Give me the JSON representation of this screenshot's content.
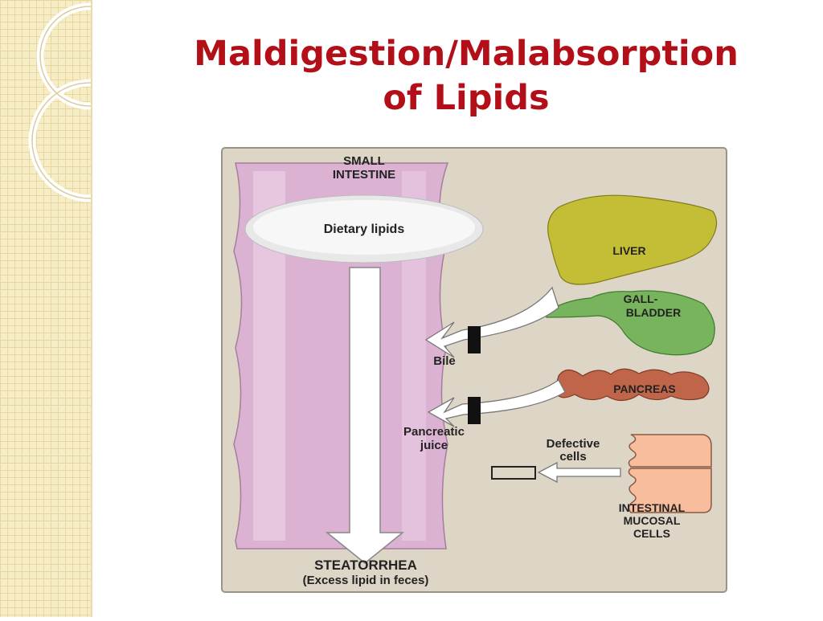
{
  "slide": {
    "title_line1": "Maldigestion/Malabsorption",
    "title_line2": "of Lipids"
  },
  "figure": {
    "small_intestine_line1": "SMALL",
    "small_intestine_line2": "INTESTINE",
    "dietary_lipids": "Dietary lipids",
    "liver": "LIVER",
    "gallbladder_line1": "GALL-",
    "gallbladder_line2": "BLADDER",
    "bile": "Bile",
    "pancreas": "PANCREAS",
    "pancreatic_juice_line1": "Pancreatic",
    "pancreatic_juice_line2": "juice",
    "defective_cells_line1": "Defective",
    "defective_cells_line2": "cells",
    "mucosal_line1": "INTESTINAL",
    "mucosal_line2": "MUCOSAL",
    "mucosal_line3": "CELLS",
    "steatorrhea": "STEATORRHEA",
    "steatorrhea_sub": "(Excess lipid in feces)"
  },
  "colors": {
    "title": "#b30f19",
    "figure_bg": "#ddd6c6",
    "intestine": "#dcb2d2",
    "liver": "#c4bd36",
    "gallbladder": "#78b35d",
    "pancreas": "#c0654a",
    "mucosal": "#f7bd9d"
  }
}
